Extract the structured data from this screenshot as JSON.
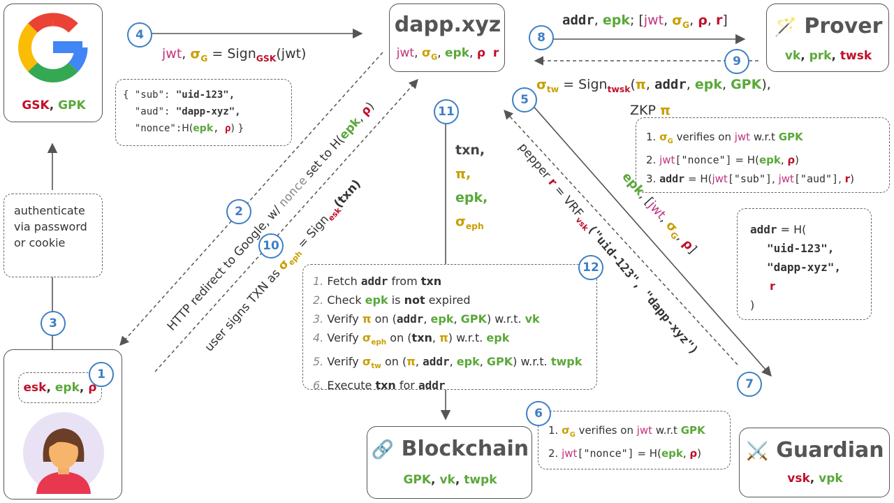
{
  "nodes": {
    "google": {
      "keys": [
        "GSK",
        "GPK"
      ]
    },
    "user": {
      "keys": [
        "esk",
        "epk",
        "ρ"
      ]
    },
    "dapp": {
      "title": "dapp.xyz",
      "keys": [
        "jwt",
        "σ",
        "G",
        "epk",
        "ρ",
        "r"
      ]
    },
    "prover": {
      "title": "Prover",
      "icon": "magic-wand-icon",
      "keys": [
        "vk",
        "prk",
        "twsk"
      ]
    },
    "blockchain": {
      "title": "Blockchain",
      "icon": "link-icon",
      "keys": [
        "GPK",
        "vk",
        "twpk"
      ]
    },
    "guardian": {
      "title": "Guardian",
      "icon": "crossed-swords-icon",
      "keys": [
        "vsk",
        "vpk"
      ]
    }
  },
  "steps": [
    "1",
    "2",
    "3",
    "4",
    "5",
    "6",
    "7",
    "8",
    "9",
    "10",
    "11",
    "12"
  ],
  "authenticate": "authenticate via password or cookie",
  "sign_google": {
    "jwt": "jwt",
    "sigma": "σ",
    "g": "G",
    "eq": " = Sign",
    "gsk": "GSK",
    "arg": "(jwt)"
  },
  "jwt_claims": {
    "sub_key": "\"sub\":",
    "sub_val": "\"uid-123\",",
    "aud_key": "\"aud\":",
    "aud_val": "\"dapp-xyz\",",
    "nonce_key": "\"nonce\":",
    "h": "H(",
    "epk": "epk",
    "comma": ", ",
    "rho": "ρ",
    "close": ") }",
    "open": "{ "
  },
  "redirect": {
    "pre": "HTTP redirect to Google, w/ ",
    "nonce": "nonce",
    "mid": " set to H(",
    "epk": "epk",
    "comma": ", ",
    "rho": "ρ",
    "close": ")"
  },
  "user_signs": {
    "pre": "user signs TXN as ",
    "sigma": "σ",
    "eph": "eph",
    "eq": " = Sign",
    "esk": "esk",
    "arg": "(txn)"
  },
  "txn_bundle": [
    "txn,",
    "π,",
    "epk,",
    "σ",
    "eph"
  ],
  "tx_sig": {
    "sigma": "σ",
    "tw": "tw",
    "eq": " = Sign",
    "twsk": "twsk",
    "open": "(",
    "pi": "π",
    "c1": ", ",
    "addr": "addr",
    "epk": "epk",
    "gpk": "GPK",
    "close": "),",
    "zkp": "ZKP ",
    "pi2": "π"
  },
  "to_prover": {
    "addr": "addr",
    "epk": "epk",
    "semi": ";  [",
    "jwt": "jwt",
    "sigma": "σ",
    "g": "G",
    "rho": "ρ",
    "r": "r",
    "close": "]",
    "c": ", "
  },
  "prover_checks": {
    "l1_pre": "1. ",
    "l1_sig": "σ",
    "l1_g": "G",
    "l1_mid": " verifies on ",
    "l1_jwt": "jwt",
    "l1_wrt": " w.r.t ",
    "l1_gpk": "GPK",
    "l2_pre": "2. ",
    "l2_jwt": "jwt",
    "l2_nonce": "[\"nonce\"]",
    "l2_eq": " = H(",
    "l2_epk": "epk",
    "l2_c": ", ",
    "l2_rho": "ρ",
    "l2_close": ")",
    "l3_pre": "3. ",
    "l3_addr": "addr",
    "l3_eq": " = H(",
    "l3_jwt1": "jwt",
    "l3_sub": "[\"sub\"]",
    "l3_c": ", ",
    "l3_jwt2": "jwt",
    "l3_aud": "[\"aud\"]",
    "l3_r": "r",
    "l3_close": ")"
  },
  "addr_def": {
    "addr": "addr",
    "eq": " = H(",
    "uid": "\"uid-123\",",
    "dapp": "\"dapp-xyz\",",
    "r": "r",
    "close": ")"
  },
  "to_guardian": {
    "epk": "epk",
    "open": ", [",
    "jwt": "jwt",
    "sigma": "σ",
    "g": "G",
    "rho": "ρ",
    "close": "]",
    "c": ", "
  },
  "pepper": {
    "pre": "pepper ",
    "r": "r",
    "eq": " = VRF",
    "vsk": "vsk",
    "arg": "(\"uid-123\", \"dapp-xyz\")"
  },
  "chain_checks": [
    {
      "n": "1.",
      "parts": [
        "Fetch ",
        "addr",
        " from ",
        "txn"
      ]
    },
    {
      "n": "2.",
      "parts": [
        "Check ",
        "epk",
        " is ",
        "not",
        " expired"
      ]
    },
    {
      "n": "3.",
      "parts": [
        "Verify ",
        "π",
        " on (",
        "addr",
        ", ",
        "epk",
        ", ",
        "GPK",
        ") w.r.t. ",
        "vk"
      ]
    },
    {
      "n": "4.",
      "parts": [
        "Verify ",
        "σ",
        "eph",
        " on (",
        "txn",
        ", ",
        "π",
        ") w.r.t. ",
        "epk"
      ]
    },
    {
      "n": "5.",
      "parts": [
        "Verify ",
        "σ",
        "tw",
        " on (",
        "π",
        ", ",
        "addr",
        ", ",
        "epk",
        ", ",
        "GPK",
        ") w.r.t. ",
        "twpk"
      ]
    },
    {
      "n": "6.",
      "parts": [
        "Execute ",
        "txn",
        " for ",
        "addr"
      ]
    }
  ],
  "guardian_checks": {
    "l1_pre": "1. ",
    "l1_sig": "σ",
    "l1_g": "G",
    "l1_mid": " verifies on ",
    "l1_jwt": "jwt",
    "l1_wrt": " w.r.t ",
    "l1_gpk": "GPK",
    "l2_pre": "2. ",
    "l2_jwt": "jwt",
    "l2_nonce": "[\"nonce\"]",
    "l2_eq": " = H(",
    "l2_epk": "epk",
    "l2_c": ", ",
    "l2_rho": "ρ",
    "l2_close": ")"
  },
  "colors": {
    "red": "#c0102a",
    "green": "#5aa83a",
    "pink": "#c2337e",
    "gold": "#c8a000",
    "step": "#3d7fc4",
    "line": "#555555"
  }
}
